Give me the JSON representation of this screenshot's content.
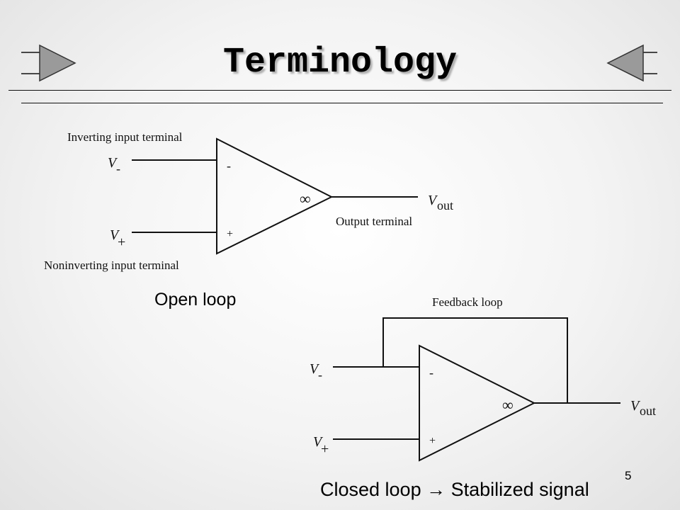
{
  "slide": {
    "title": "Terminology",
    "page_number": "5",
    "open_loop_caption": "Open loop",
    "closed_loop_caption": "Closed loop → Stabilized signal"
  },
  "open_loop_diagram": {
    "inverting_label": "Inverting input terminal",
    "noninverting_label": "Noninverting input terminal",
    "output_label": "Output terminal",
    "v_minus": "V",
    "v_minus_sub": "-",
    "v_plus": "V",
    "v_plus_sub": "+",
    "v_out": "V",
    "v_out_sub": "out",
    "minus_sign": "-",
    "plus_sign": "+",
    "infinity": "∞"
  },
  "closed_loop_diagram": {
    "feedback_label": "Feedback loop",
    "v_minus": "V",
    "v_minus_sub": "-",
    "v_plus": "V",
    "v_plus_sub": "+",
    "v_out": "V",
    "v_out_sub": "out",
    "minus_sign": "-",
    "plus_sign": "+",
    "infinity": "∞"
  },
  "colors": {
    "arrow_fill": "#9a9a9a",
    "line": "#111111"
  },
  "icons": {
    "left_nav": "right-triangle-arrow-icon",
    "right_nav": "left-triangle-arrow-icon"
  }
}
